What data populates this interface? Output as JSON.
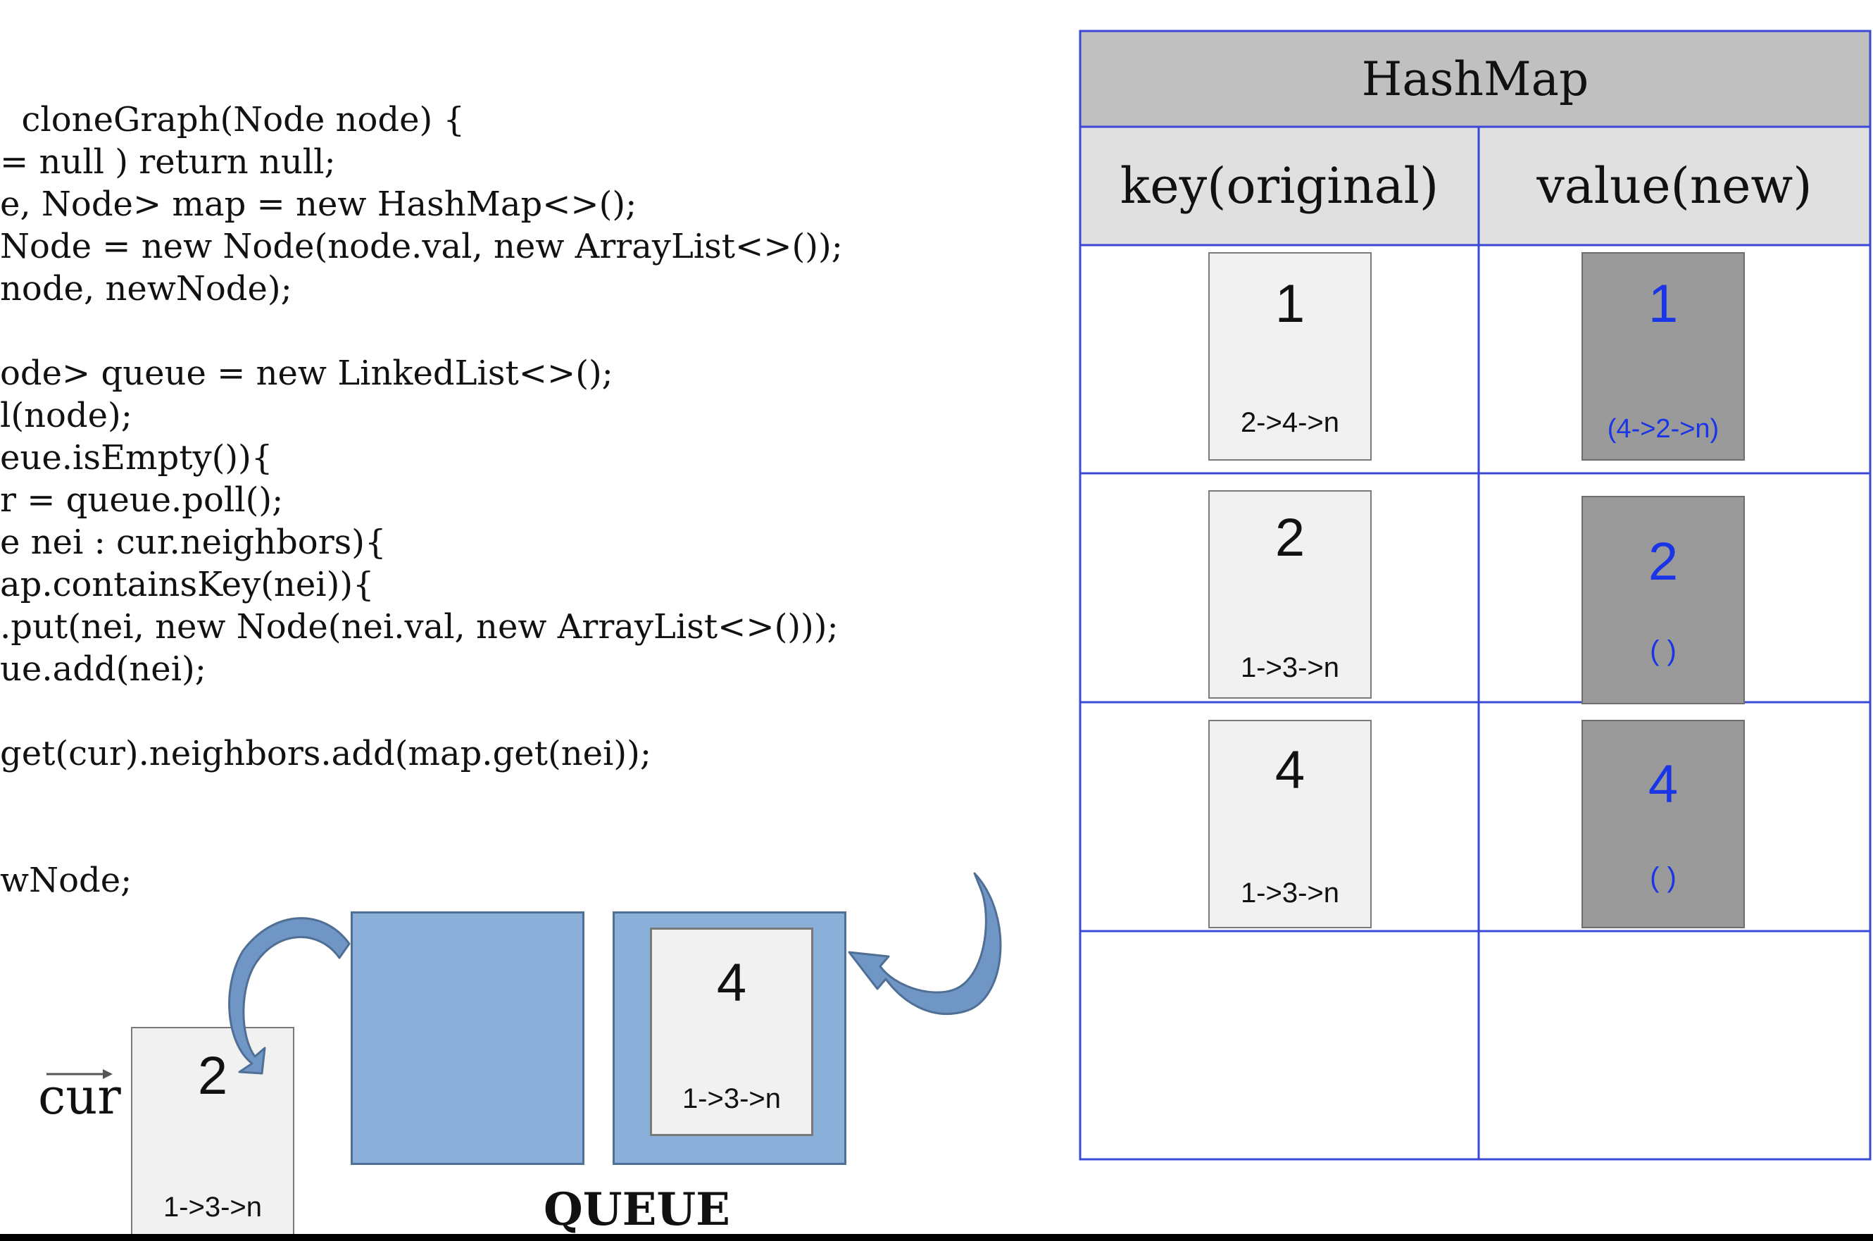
{
  "code_lines": [
    "  cloneGraph(Node node) {",
    "= null ) return null;",
    "e, Node> map = new HashMap<>();",
    "Node = new Node(node.val, new ArrayList<>());",
    "node, newNode);",
    "",
    "ode> queue = new LinkedList<>();",
    "l(node);",
    "eue.isEmpty()){",
    "r = queue.poll();",
    "e nei : cur.neighbors){",
    "ap.containsKey(nei)){",
    ".put(nei, new Node(nei.val, new ArrayList<>()));",
    "ue.add(nei);",
    "",
    "get(cur).neighbors.add(map.get(nei));",
    "",
    "",
    "wNode;"
  ],
  "hashmap": {
    "title": "HashMap",
    "key_header": "key(original)",
    "value_header": "value(new)",
    "rows": [
      {
        "key": {
          "num": "1",
          "neighbors": "2->4->n"
        },
        "value": {
          "num": "1",
          "neighbors": "(4->2->n)"
        }
      },
      {
        "key": {
          "num": "2",
          "neighbors": "1->3->n"
        },
        "value": {
          "num": "2",
          "neighbors": "( )"
        }
      },
      {
        "key": {
          "num": "4",
          "neighbors": "1->3->n"
        },
        "value": {
          "num": "4",
          "neighbors": "( )"
        }
      }
    ]
  },
  "cur": {
    "label": "cur",
    "node": {
      "num": "2",
      "neighbors": "1->3->n"
    }
  },
  "queue": {
    "label": "QUEUE",
    "node": {
      "num": "4",
      "neighbors": "1->3->n"
    }
  },
  "colors": {
    "table_border": "#3a48d4",
    "header_title_bg": "#c0c0c0",
    "header_cols_bg": "#e0e0e0",
    "value_text": "#1a35e6",
    "queue_box": "#8aafd8",
    "arrow": "#7096c6"
  }
}
